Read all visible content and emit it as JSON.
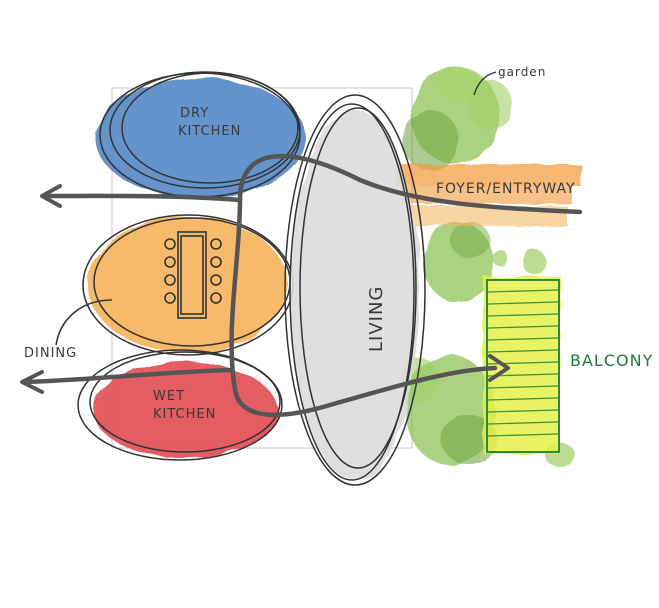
{
  "labels": {
    "dry_kitchen_line1": "DRY",
    "dry_kitchen_line2": "KITCHEN",
    "dining": "DINING",
    "wet_kitchen_line1": "WET",
    "wet_kitchen_line2": "KITCHEN",
    "living": "LIVING",
    "foyer": "FOYER/ENTRYWAY",
    "garden": "garden",
    "balcony": "BALCONY"
  },
  "colors": {
    "dry_kitchen": "#5b8fc9",
    "dining": "#f6b35a",
    "wet_kitchen": "#e2545a",
    "living": "#dcdcdc",
    "foyer": "#f39a3a",
    "garden": "#7cb83a",
    "balcony": "#e6f04a",
    "sketch": "#333333",
    "arrow": "#555555"
  }
}
